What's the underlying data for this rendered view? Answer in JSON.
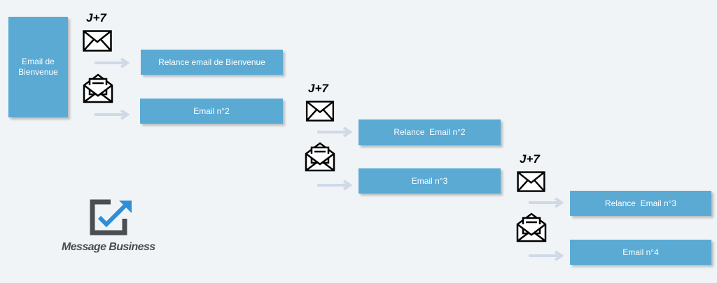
{
  "colors": {
    "box": "#5aaad4",
    "box_text": "#ffffff",
    "arrow": "#cfd9e8",
    "logo_grey": "#4a4d52",
    "logo_blue": "#2f8ed6"
  },
  "start": {
    "label": "Email de\nBienvenue"
  },
  "stages": [
    {
      "delay": "J+7",
      "reminder": "Relance email de Bienvenue",
      "next": "Email n°2"
    },
    {
      "delay": "J+7",
      "reminder": "Relance  Email n°2",
      "next": "Email n°3"
    },
    {
      "delay": "J+7",
      "reminder": "Relance  Email n°3",
      "next": "Email n°4"
    }
  ],
  "icons": {
    "unopened": "closed-envelope-icon",
    "opened": "open-envelope-icon",
    "logo": "message-business-logo-icon"
  },
  "logo": {
    "text": "Message Business"
  }
}
